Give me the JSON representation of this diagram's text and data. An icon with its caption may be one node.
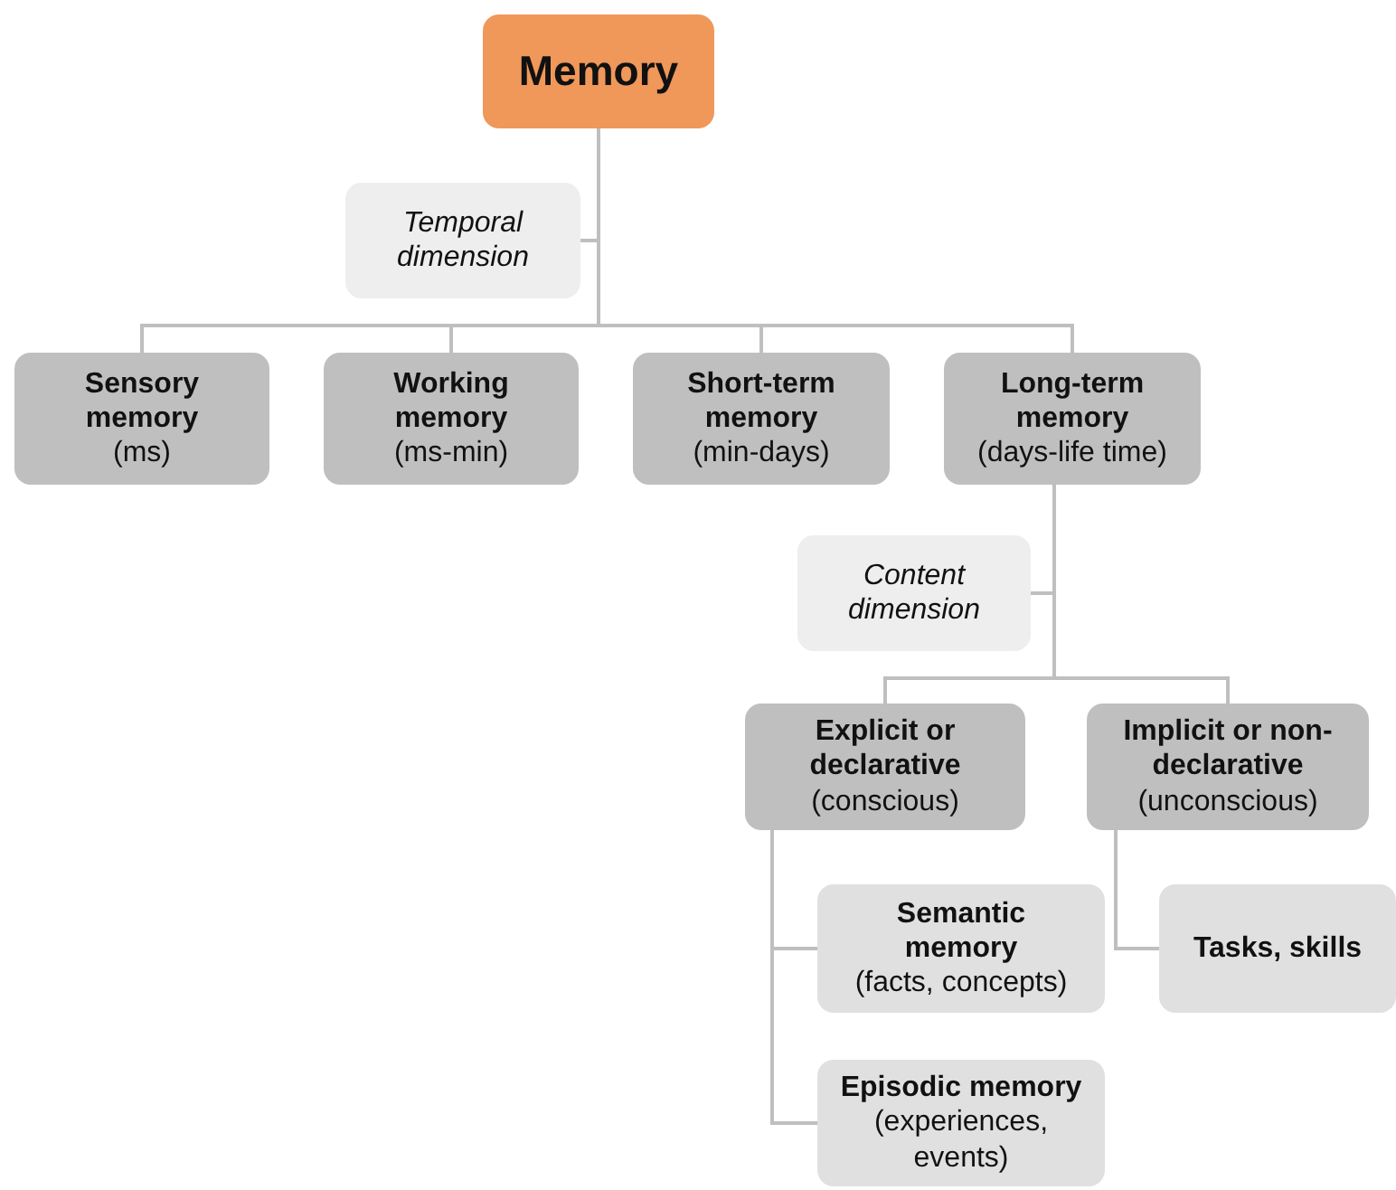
{
  "diagram": {
    "nodes": [
      {
        "text": [
          "Memory"
        ]
      },
      {
        "text": [
          "Temporal dimension"
        ]
      },
      {
        "text": [
          "Sensory memory",
          "(ms)"
        ]
      },
      {
        "text": [
          "Working memory",
          "(ms-min)"
        ]
      },
      {
        "text": [
          "Short-term memory",
          "(min-days)"
        ]
      },
      {
        "text": [
          "Long-term memory",
          "(days-life time)"
        ]
      },
      {
        "text": [
          "Content dimension"
        ]
      },
      {
        "text": [
          "Explicit or declarative",
          "(conscious)"
        ]
      },
      {
        "text": [
          "Implicit or non-declarative",
          "(unconscious)"
        ]
      },
      {
        "text": [
          "Semantic memory",
          "(facts, concepts)"
        ]
      },
      {
        "text": [
          "Episodic memory",
          "(experiences, events)"
        ]
      },
      {
        "text": [
          "Tasks, skills"
        ]
      }
    ],
    "edges": [
      {
        "from": 0,
        "to": 1,
        "arrow": "none"
      },
      {
        "from": 0,
        "to": 2,
        "arrow": "none"
      },
      {
        "from": 0,
        "to": 3,
        "arrow": "none"
      },
      {
        "from": 0,
        "to": 4,
        "arrow": "none"
      },
      {
        "from": 0,
        "to": 5,
        "arrow": "none"
      },
      {
        "from": 5,
        "to": 6,
        "arrow": "none"
      },
      {
        "from": 5,
        "to": 7,
        "arrow": "none"
      },
      {
        "from": 5,
        "to": 8,
        "arrow": "none"
      },
      {
        "from": 7,
        "to": 9,
        "arrow": "none"
      },
      {
        "from": 7,
        "to": 10,
        "arrow": "none"
      },
      {
        "from": 8,
        "to": 11,
        "arrow": "none"
      }
    ]
  }
}
